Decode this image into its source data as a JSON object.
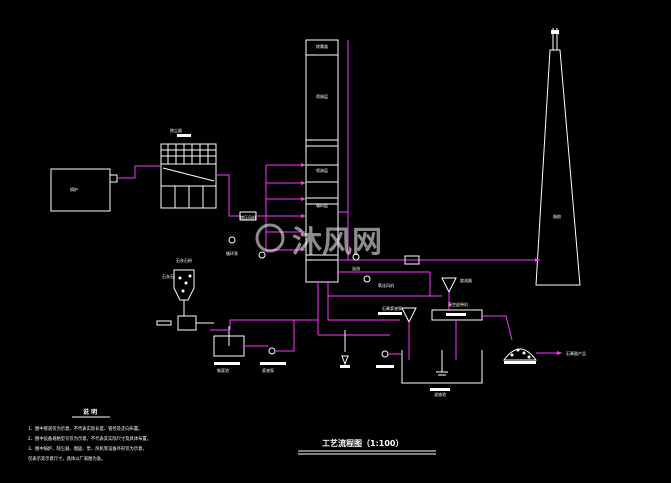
{
  "labels": {
    "boiler": "锅炉",
    "dust_collector_label": "除尘器",
    "tower_top": "除雾器",
    "tower_mid": "喷淋层",
    "tower_sec": "喷淋层",
    "tower_pack": "填料层",
    "fan": "增压风机",
    "pump_label": "循环泵",
    "lime_silo": "石灰石粉",
    "lime_feed": "石灰石",
    "slurry_tank": "制浆池",
    "slurry_pump": "浆液泵",
    "oxid_air": "氧化风机",
    "gypsum_label": "石膏浆液泵",
    "cyclone": "旋流器",
    "belt": "真空皮带机",
    "filtrate_pit": "滤液池",
    "product": "石膏副产品",
    "chimney": "烟囱",
    "overflow": "溢流"
  },
  "watermark": "沐风网",
  "diagram_title": "工艺流程图（1:100）",
  "notes": {
    "title": "说  明",
    "items": [
      "1、图中管道仅为示意，不代表实际长度、管径及走向布置。",
      "2、图中设备规格型号仅为示意，不代表其实际尺寸及具体布置。",
      "3、图中锅炉、除尘器、烟囱、泵、风机等设备外形仅为示意，",
      "   仅表示其示意尺寸，具体以厂家图为准。"
    ]
  }
}
